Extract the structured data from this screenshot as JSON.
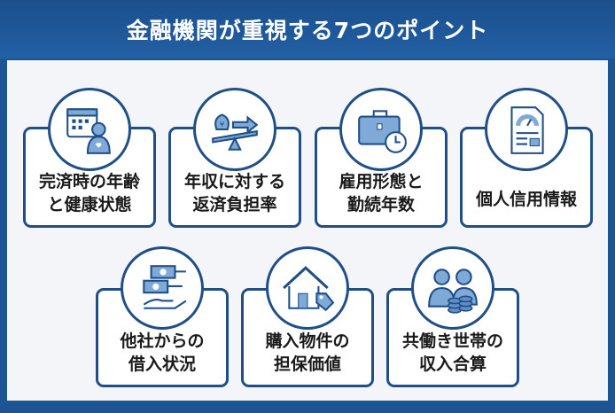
{
  "title": "金融機関が重視する7つのポイント",
  "points": [
    {
      "label": "完済時の年齢\nと健康状態",
      "icon": "calendar-person-icon"
    },
    {
      "label": "年収に対する\n返済負担率",
      "icon": "money-balance-icon"
    },
    {
      "label": "雇用形態と\n勤続年数",
      "icon": "briefcase-clock-icon"
    },
    {
      "label": "個人信用情報",
      "icon": "credit-report-icon"
    },
    {
      "label": "他社からの\n借入状況",
      "icon": "money-hands-icon"
    },
    {
      "label": "購入物件の\n担保価値",
      "icon": "house-tag-icon"
    },
    {
      "label": "共働き世帯の\n収入合算",
      "icon": "couple-coins-icon"
    }
  ],
  "colors": {
    "primary": "#1f4f86",
    "icon_fill": "#7fa9d6",
    "background": "#f3f5f8"
  }
}
